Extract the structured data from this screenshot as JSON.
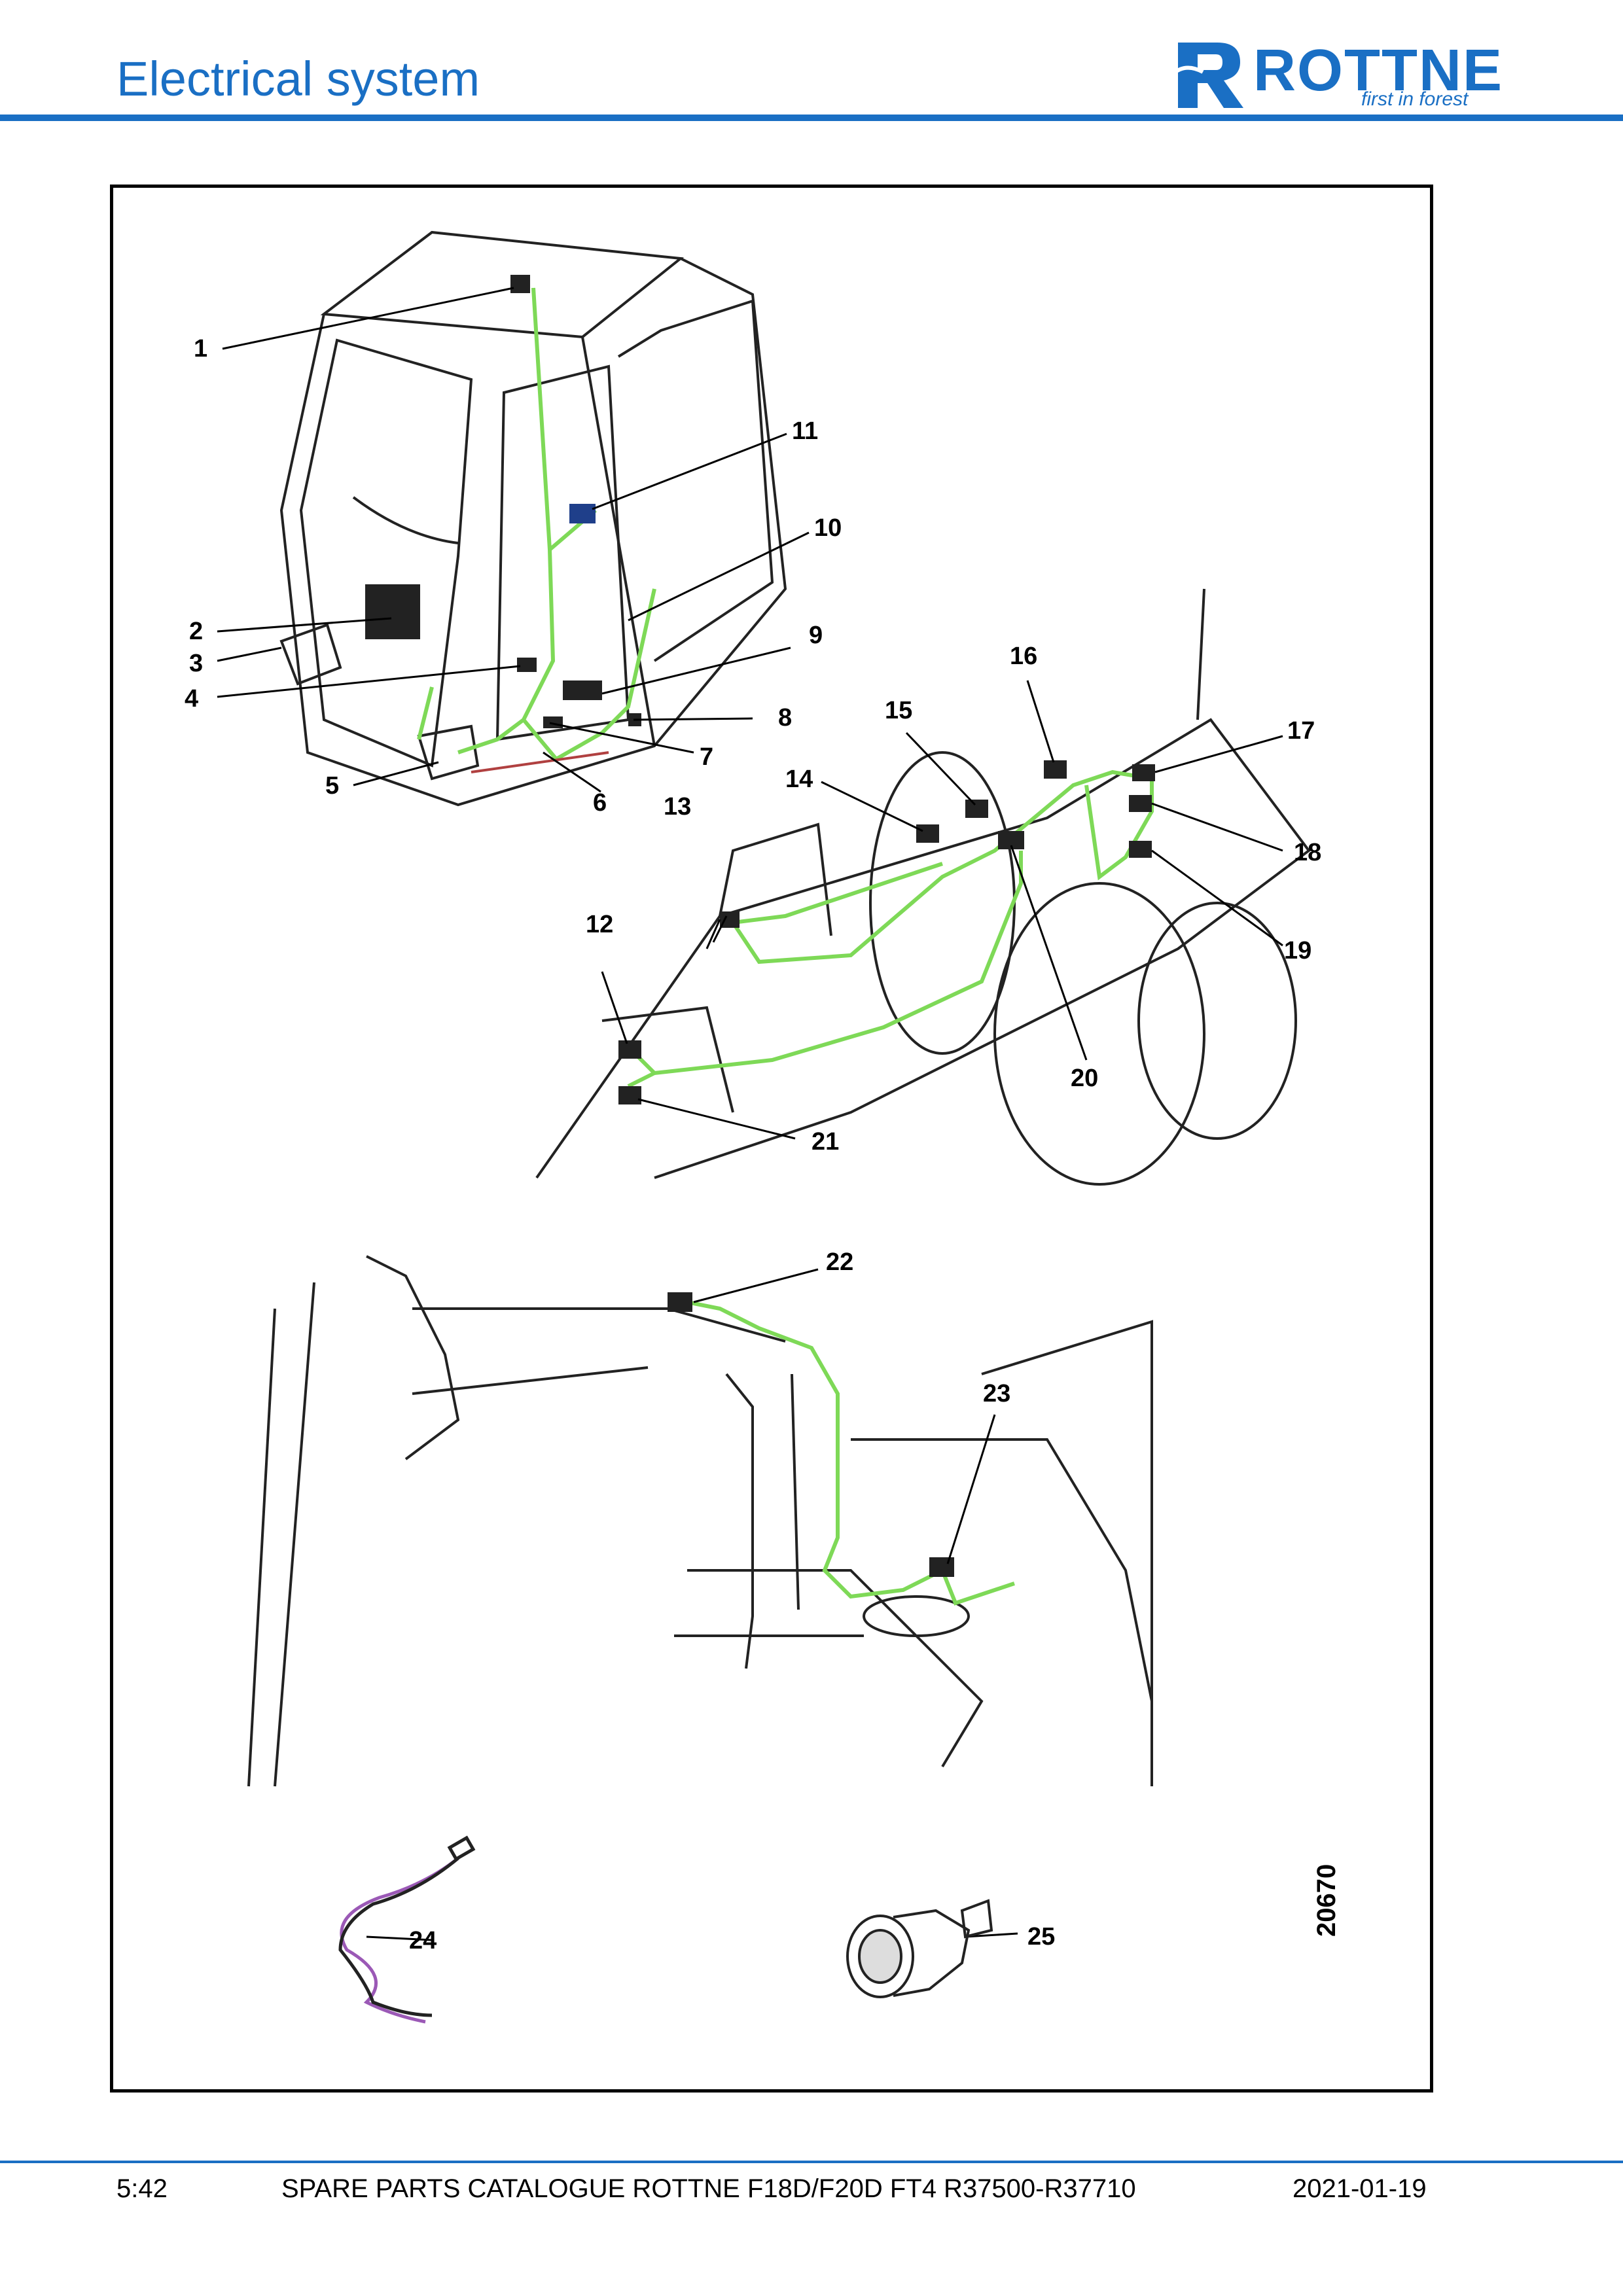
{
  "header": {
    "title": "Electrical system",
    "logo": {
      "brand": "ROTTNE",
      "tagline": "first in forest",
      "icon": "rottne-r-logo-icon",
      "color": "#1a6fc4"
    }
  },
  "figure": {
    "callouts": [
      {
        "id": "c1",
        "label": "1"
      },
      {
        "id": "c2",
        "label": "2"
      },
      {
        "id": "c3",
        "label": "3"
      },
      {
        "id": "c4",
        "label": "4"
      },
      {
        "id": "c5",
        "label": "5"
      },
      {
        "id": "c6",
        "label": "6"
      },
      {
        "id": "c7",
        "label": "7"
      },
      {
        "id": "c8",
        "label": "8"
      },
      {
        "id": "c9",
        "label": "9"
      },
      {
        "id": "c10",
        "label": "10"
      },
      {
        "id": "c11",
        "label": "11"
      },
      {
        "id": "c12",
        "label": "12"
      },
      {
        "id": "c13",
        "label": "13"
      },
      {
        "id": "c14",
        "label": "14"
      },
      {
        "id": "c15",
        "label": "15"
      },
      {
        "id": "c16",
        "label": "16"
      },
      {
        "id": "c17",
        "label": "17"
      },
      {
        "id": "c18",
        "label": "18"
      },
      {
        "id": "c19",
        "label": "19"
      },
      {
        "id": "c20",
        "label": "20"
      },
      {
        "id": "c21",
        "label": "21"
      },
      {
        "id": "c22",
        "label": "22"
      },
      {
        "id": "c23",
        "label": "23"
      },
      {
        "id": "c24",
        "label": "24"
      },
      {
        "id": "c25",
        "label": "25"
      }
    ],
    "reference_number": "20670",
    "colors": {
      "harness": "#7ed957",
      "wire_twist": "#9b59b6",
      "line": "#000000"
    }
  },
  "footer": {
    "page": "5:42",
    "title": "SPARE PARTS CATALOGUE ROTTNE F18D/F20D FT4 R37500-R37710",
    "date": "2021-01-19"
  }
}
